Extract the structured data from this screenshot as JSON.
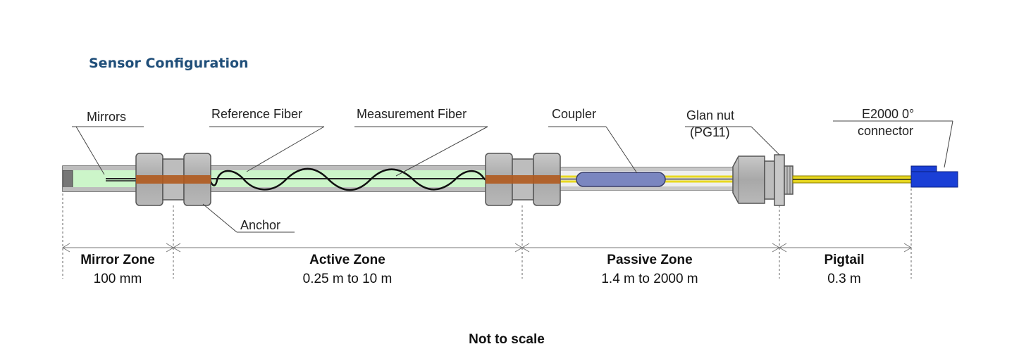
{
  "title": "Sensor Configuration",
  "labels": {
    "mirrors": "Mirrors",
    "reference_fiber": "Reference Fiber",
    "measurement_fiber": "Measurement Fiber",
    "coupler": "Coupler",
    "glan_nut_line1": "Glan nut",
    "glan_nut_line2": "(PG11)",
    "connector_line1": "E2000 0°",
    "connector_line2": "connector",
    "anchor": "Anchor"
  },
  "zones": [
    {
      "name": "Mirror Zone",
      "range": "100 mm"
    },
    {
      "name": "Active Zone",
      "range": "0.25 m to 10 m"
    },
    {
      "name": "Passive Zone",
      "range": "1.4 m to 2000 m"
    },
    {
      "name": "Pigtail",
      "range": "0.3 m"
    }
  ],
  "note": "Not to scale",
  "colors": {
    "title": "#1f4e79",
    "active_fill": "#ccf5c9",
    "nut_fill": "#b0b0b0",
    "coupler_fill": "#7a86c0",
    "pigtail_yellow": "#e8d820",
    "connector_blue": "#1a3fd6",
    "anchor_copper": "#b05a1e"
  }
}
